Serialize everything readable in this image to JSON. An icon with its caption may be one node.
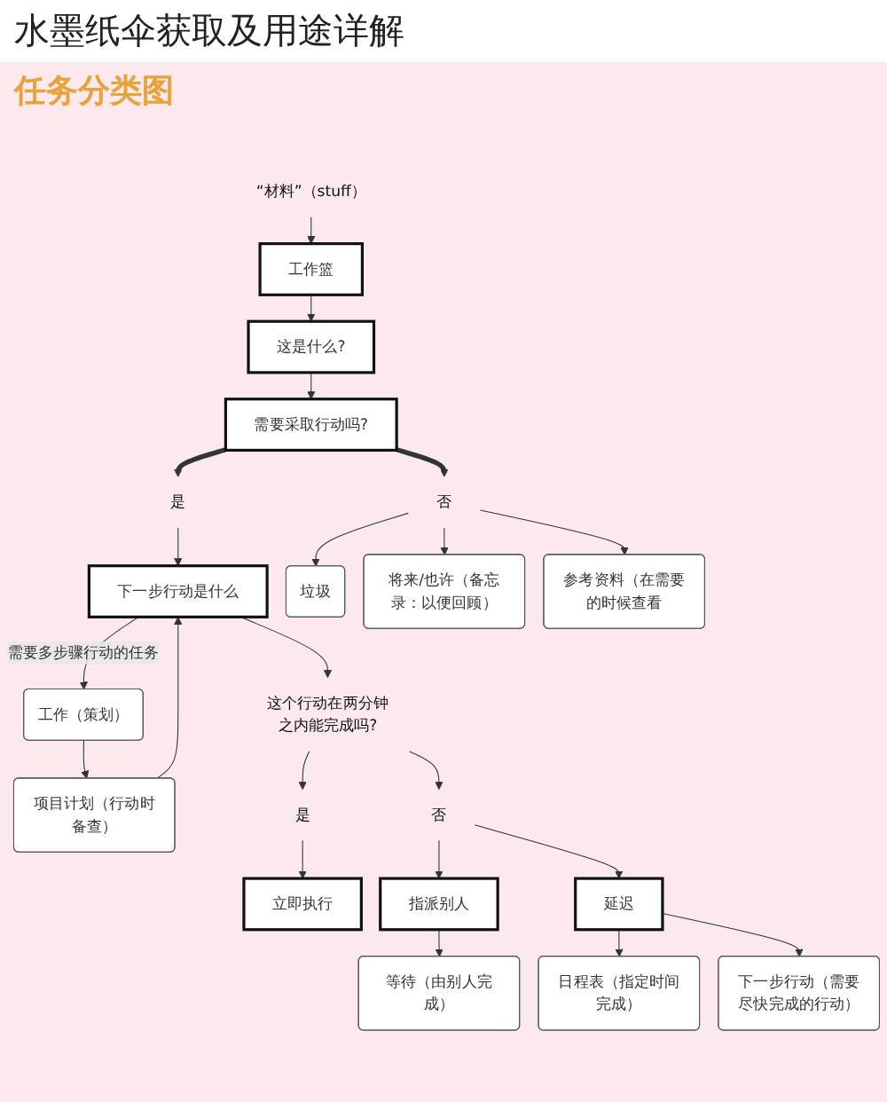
{
  "diagram": {
    "title": "水墨纸伞获取及用途详解",
    "nodes": [
      {
        "text": [
          "“材料”（stuff）"
        ]
      },
      {
        "text": [
          "工作篮"
        ]
      },
      {
        "text": [
          "这是什么?"
        ]
      },
      {
        "text": [
          "需要采取行动吗?"
        ]
      },
      {
        "text": [
          "否"
        ]
      },
      {
        "text": [
          "垃圾"
        ]
      },
      {
        "text": [
          "将来/也许（备忘录：以便回顾）"
        ]
      },
      {
        "text": [
          "参考资料（在需要的时候查看"
        ]
      },
      {
        "text": [
          "是"
        ]
      },
      {
        "text": [
          "下一步行动是什么"
        ]
      },
      {
        "text": [
          "工作（策划）"
        ]
      },
      {
        "text": [
          "项目计划（行动时备查）"
        ]
      },
      {
        "text": [
          "这个行动在两分钟之内能完成吗?"
        ]
      },
      {
        "text": [
          "是"
        ]
      },
      {
        "text": [
          "否"
        ]
      },
      {
        "text": [
          "立即执行"
        ]
      },
      {
        "text": [
          "指派别人"
        ]
      },
      {
        "text": [
          "延迟"
        ]
      },
      {
        "text": [
          "等待（由别人完成）"
        ]
      },
      {
        "text": [
          "日程表（指定时间完成）"
        ]
      },
      {
        "text": [
          "下一步行动（需要尽快完成的行动）"
        ]
      }
    ],
    "edges": [
      {
        "from": 0,
        "to": 1,
        "arrow": "to"
      },
      {
        "from": 1,
        "to": 2,
        "arrow": "to"
      },
      {
        "from": 2,
        "to": 3,
        "arrow": "to"
      },
      {
        "from": 3,
        "to": 8,
        "arrow": "to",
        "style": "thick"
      },
      {
        "from": 3,
        "to": 4,
        "arrow": "to",
        "style": "thick"
      },
      {
        "from": 4,
        "to": 5,
        "arrow": "to"
      },
      {
        "from": 4,
        "to": 6,
        "arrow": "to"
      },
      {
        "from": 4,
        "to": 7,
        "arrow": "to"
      },
      {
        "from": 8,
        "to": 9,
        "arrow": "to"
      },
      {
        "from": 9,
        "to": 10,
        "arrow": "to",
        "label": "需要多步骤行动的任务"
      },
      {
        "from": 10,
        "to": 11,
        "arrow": "to"
      },
      {
        "from": 11,
        "to": 9,
        "arrow": "to"
      },
      {
        "from": 9,
        "to": 12,
        "arrow": "to"
      },
      {
        "from": 12,
        "to": 13,
        "arrow": "to"
      },
      {
        "from": 12,
        "to": 14,
        "arrow": "to"
      },
      {
        "from": 13,
        "to": 15,
        "arrow": "to"
      },
      {
        "from": 14,
        "to": 16,
        "arrow": "to"
      },
      {
        "from": 14,
        "to": 17,
        "arrow": "to"
      },
      {
        "from": 16,
        "to": 18,
        "arrow": "to"
      },
      {
        "from": 17,
        "to": 19,
        "arrow": "to"
      },
      {
        "from": 17,
        "to": 20,
        "arrow": "to"
      }
    ],
    "labels": [
      "任务分类图"
    ]
  }
}
